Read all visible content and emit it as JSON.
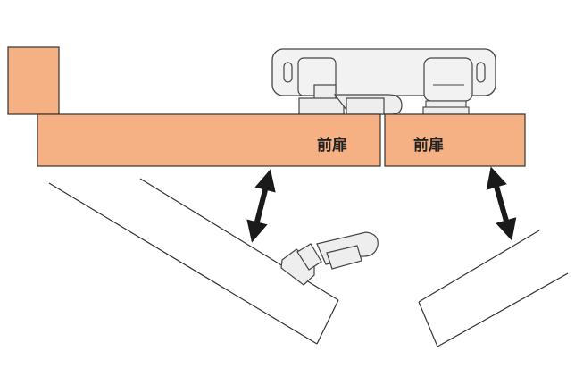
{
  "labels": {
    "front_door_left": "前扉",
    "front_door_right": "前扉"
  },
  "colors": {
    "door": "#F5B183",
    "door_stroke": "#333333",
    "hinge_fill": "#EEEEEE",
    "hinge_stroke": "#444444",
    "arrow": "#1a1a1a",
    "background": "#FFFFFF"
  },
  "icons": {
    "motion_arrow": "double-headed-arrow"
  }
}
